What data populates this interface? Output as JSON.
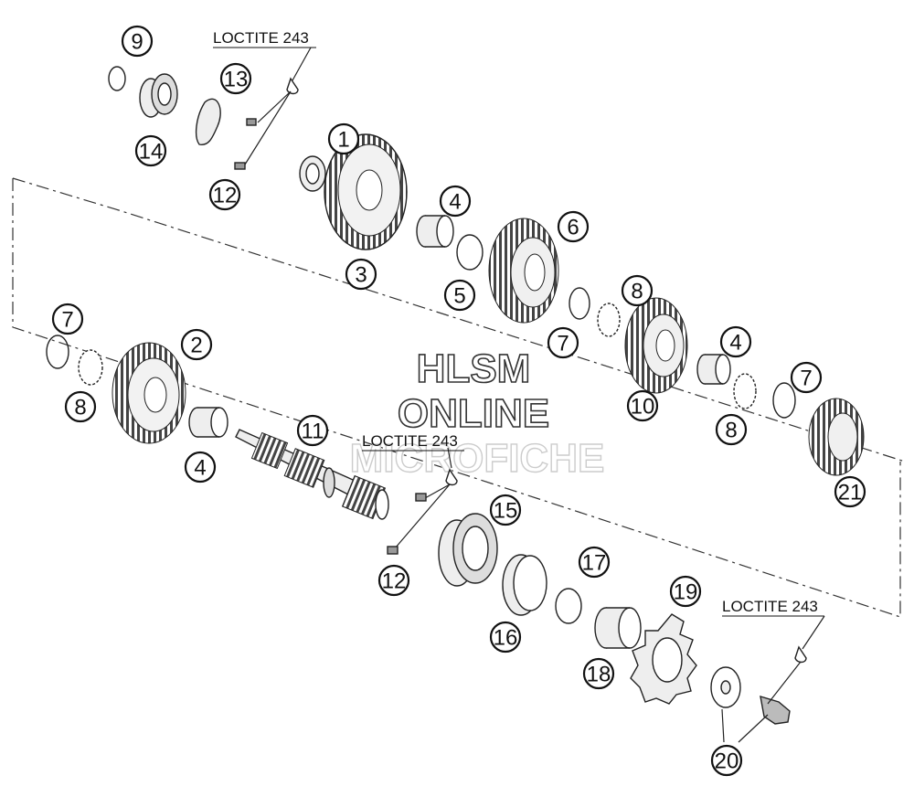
{
  "diagram": {
    "annotations": {
      "loctite_1": "LOCTITE 243",
      "loctite_2": "LOCTITE 243",
      "loctite_3": "LOCTITE 243"
    },
    "watermark": {
      "line1": "HLSM",
      "line2": "ONLINE",
      "line3": "MICROFICHE"
    },
    "callouts": [
      {
        "id": "c9",
        "label": "9"
      },
      {
        "id": "c13",
        "label": "13"
      },
      {
        "id": "c14",
        "label": "14"
      },
      {
        "id": "c12a",
        "label": "12"
      },
      {
        "id": "c1",
        "label": "1"
      },
      {
        "id": "c3",
        "label": "3"
      },
      {
        "id": "c4a",
        "label": "4"
      },
      {
        "id": "c6",
        "label": "6"
      },
      {
        "id": "c5",
        "label": "5"
      },
      {
        "id": "c8a",
        "label": "8"
      },
      {
        "id": "c7a",
        "label": "7"
      },
      {
        "id": "c7b",
        "label": "7"
      },
      {
        "id": "c2",
        "label": "2"
      },
      {
        "id": "c8b",
        "label": "8"
      },
      {
        "id": "c4b",
        "label": "4"
      },
      {
        "id": "c11",
        "label": "11"
      },
      {
        "id": "c4c",
        "label": "4"
      },
      {
        "id": "c10",
        "label": "10"
      },
      {
        "id": "c7c",
        "label": "7"
      },
      {
        "id": "c8c",
        "label": "8"
      },
      {
        "id": "c21",
        "label": "21"
      },
      {
        "id": "c15",
        "label": "15"
      },
      {
        "id": "c12b",
        "label": "12"
      },
      {
        "id": "c17",
        "label": "17"
      },
      {
        "id": "c16",
        "label": "16"
      },
      {
        "id": "c19",
        "label": "19"
      },
      {
        "id": "c18",
        "label": "18"
      },
      {
        "id": "c20",
        "label": "20"
      }
    ]
  }
}
